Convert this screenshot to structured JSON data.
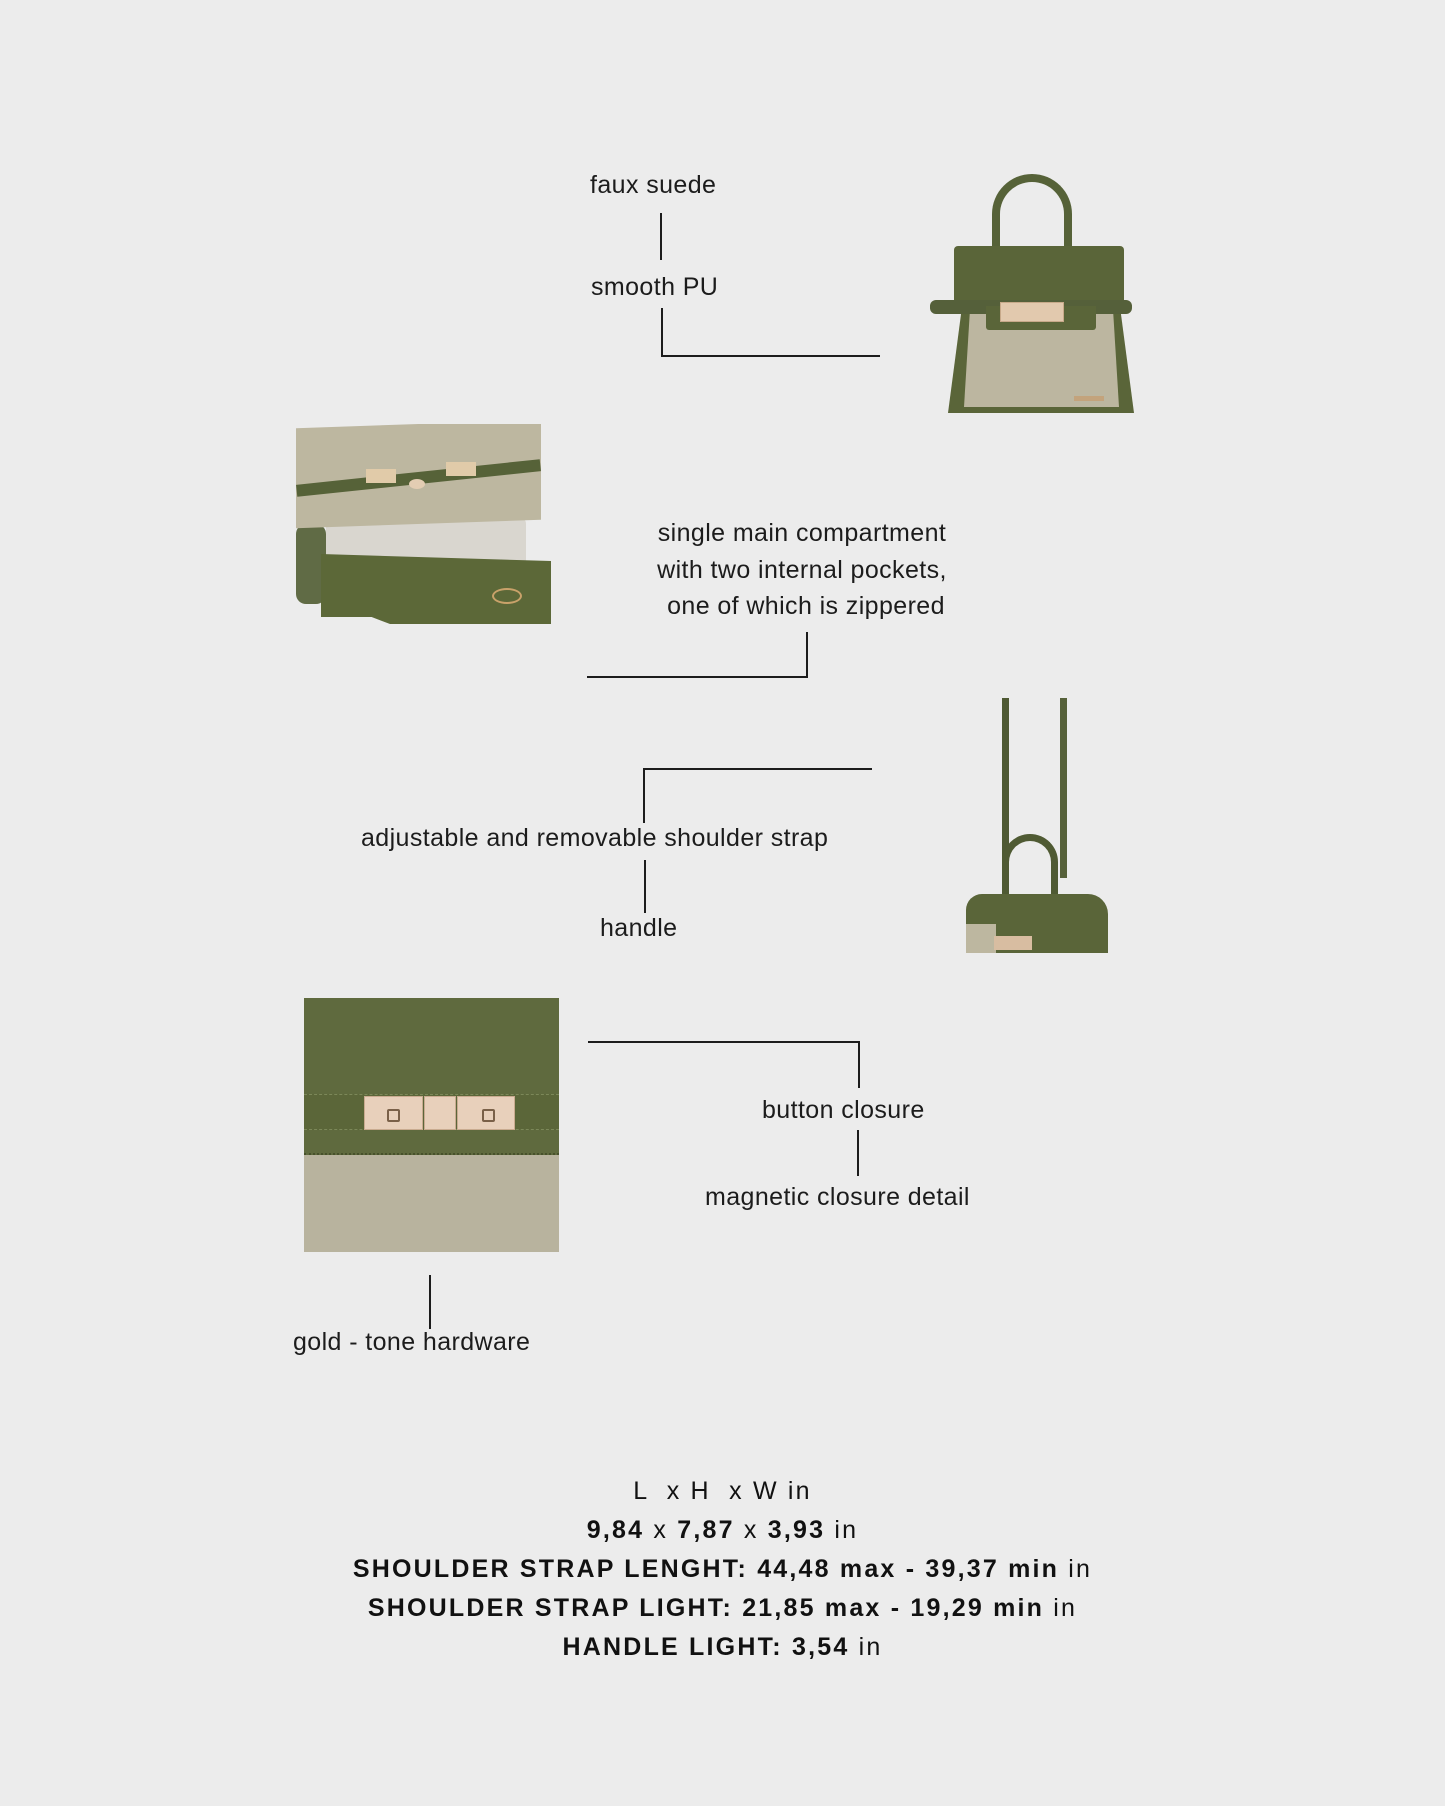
{
  "features": {
    "faux_suede": "faux suede",
    "smooth_pu": "smooth PU",
    "compartment": [
      "single main compartment",
      "with two internal pockets,",
      "one of which is zippered"
    ],
    "shoulder_strap": "adjustable and removable shoulder strap",
    "handle": "handle",
    "button_closure": "button closure",
    "magnetic_closure": "magnetic closure detail",
    "hardware": "gold - tone hardware"
  },
  "images": {
    "front_view": "olive-green-beige-top-handle-bag-front",
    "open_view": "bag-open-interior",
    "strap_view": "bag-with-shoulder-strap",
    "closure_detail": "closure-hardware-closeup"
  },
  "colors": {
    "background": "#ececec",
    "olive": "#5a6539",
    "suede": "#bcb6a0",
    "gold": "#e2c9ae"
  },
  "specs": {
    "header": "L  x H  x W in",
    "dimensions": {
      "l": "9,84",
      "x1": "x",
      "h": "7,87",
      "x2": "x",
      "w": "3,93",
      "unit": "in"
    },
    "strap_length": {
      "label": "SHOULDER STRAP LENGHT:",
      "max": "44,48 max",
      "sep": "-",
      "min": "39,37 min",
      "unit": "in"
    },
    "strap_drop": {
      "label": "SHOULDER STRAP LIGHT:",
      "max": "21,85 max",
      "sep": "-",
      "min": "19,29 min",
      "unit": "in"
    },
    "handle_drop": {
      "label": "HANDLE LIGHT:",
      "value": "3,54",
      "unit": "in"
    }
  }
}
